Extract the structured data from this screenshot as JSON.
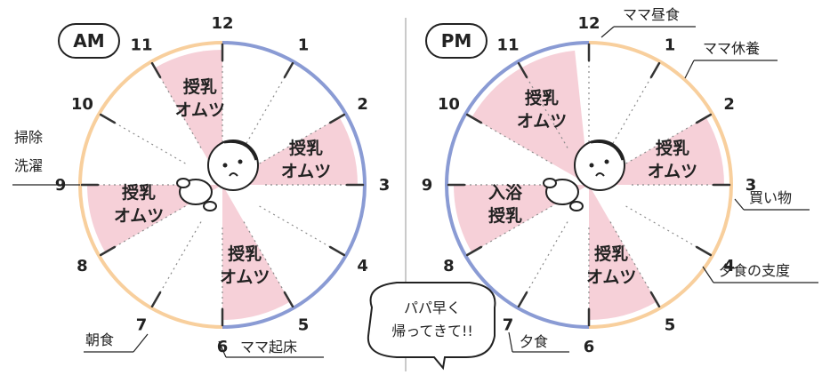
{
  "colors": {
    "bezel_blue": "#8a9bd4",
    "bezel_orange": "#f8cf9d",
    "wedge": "#f6d0d8",
    "ink": "#222222",
    "divider": "#b8b8b8"
  },
  "clocks": [
    {
      "id": "am",
      "badge": "AM",
      "hour_labels": [
        "12",
        "1",
        "2",
        "3",
        "4",
        "5",
        "6",
        "7",
        "8",
        "9",
        "10",
        "11"
      ],
      "bezel": [
        {
          "from": 0,
          "to": 6,
          "color": "blue"
        },
        {
          "from": 6,
          "to": 12,
          "color": "orange"
        }
      ],
      "wedges": [
        {
          "from": 11,
          "to": 12,
          "text": [
            "授乳",
            "オムツ"
          ]
        },
        {
          "from": 2,
          "to": 3,
          "text": [
            "授乳",
            "オムツ"
          ]
        },
        {
          "from": 5,
          "to": 6,
          "text": [
            "授乳",
            "オムツ"
          ]
        },
        {
          "from": 8,
          "to": 9,
          "text": [
            "授乳",
            "オムツ"
          ]
        }
      ],
      "notes": [
        {
          "text": "掃除\n洗濯",
          "at": 9
        },
        {
          "text": "朝食",
          "at": 7
        },
        {
          "text": "ママ起床",
          "at": 6
        }
      ]
    },
    {
      "id": "pm",
      "badge": "PM",
      "hour_labels": [
        "12",
        "1",
        "2",
        "3",
        "4",
        "5",
        "6",
        "7",
        "8",
        "9",
        "10",
        "11"
      ],
      "bezel": [
        {
          "from": 0,
          "to": 6,
          "color": "orange"
        },
        {
          "from": 6,
          "to": 12,
          "color": "blue"
        }
      ],
      "wedges": [
        {
          "from": 10,
          "to": 11.8,
          "text": [
            "授乳",
            "オムツ"
          ]
        },
        {
          "from": 2,
          "to": 3,
          "text": [
            "授乳",
            "オムツ"
          ]
        },
        {
          "from": 5,
          "to": 6,
          "text": [
            "授乳",
            "オムツ"
          ]
        },
        {
          "from": 8,
          "to": 9,
          "text": [
            "入浴",
            "授乳"
          ]
        }
      ],
      "notes": [
        {
          "text": "ママ昼食",
          "at": 12
        },
        {
          "text": "ママ休養",
          "at": 1
        },
        {
          "text": "買い物",
          "at": 3
        },
        {
          "text": "夕食の支度",
          "at": 4
        },
        {
          "text": "夕食",
          "at": 7
        }
      ],
      "speech": [
        "パパ早く",
        "帰ってきて!!"
      ]
    }
  ]
}
